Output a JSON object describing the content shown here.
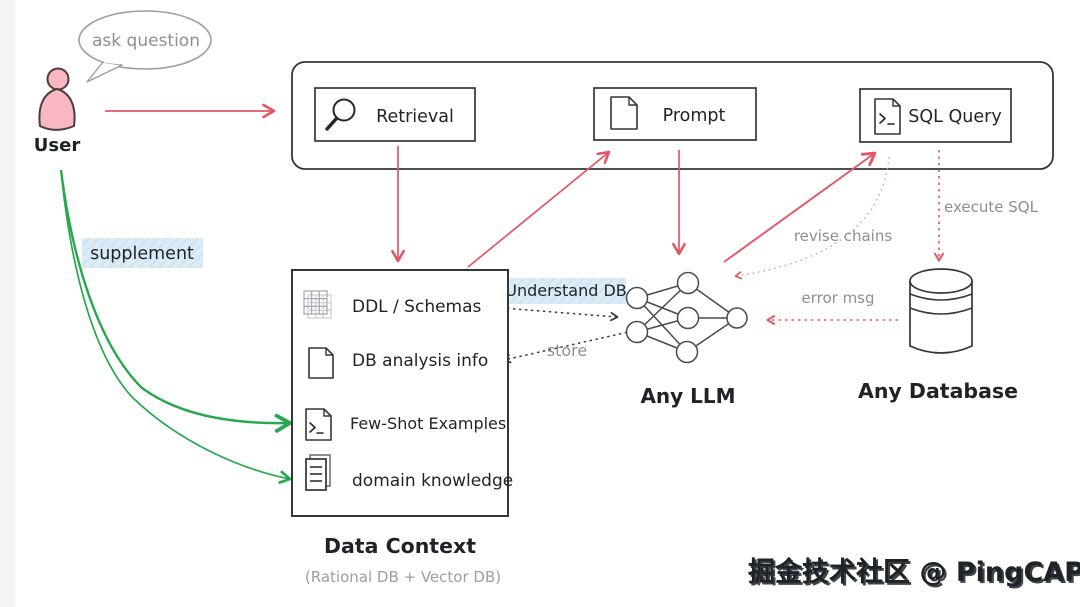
{
  "user": {
    "label": "User",
    "speech_bubble": "ask question"
  },
  "pipeline": {
    "boxes": [
      {
        "label": "Retrieval",
        "icon": "magnifier-icon"
      },
      {
        "label": "Prompt",
        "icon": "document-icon"
      },
      {
        "label": "SQL Query",
        "icon": "terminal-file-icon"
      }
    ]
  },
  "data_context": {
    "title": "Data Context",
    "subtitle": "(Rational DB + Vector DB)",
    "items": [
      {
        "label": "DDL / Schemas",
        "icon": "table-grid-icon"
      },
      {
        "label": "DB analysis info",
        "icon": "document-icon"
      },
      {
        "label": "Few-Shot Examples",
        "icon": "terminal-file-icon"
      },
      {
        "label": "domain knowledge",
        "icon": "stacked-docs-icon"
      }
    ]
  },
  "llm": {
    "label": "Any LLM"
  },
  "database": {
    "label": "Any Database"
  },
  "annotations": {
    "supplement": "supplement",
    "understand_db": "Understand DB",
    "store": "store",
    "revise_chains": "revise chains",
    "error_msg": "error msg",
    "execute_sql": "execute SQL"
  },
  "watermark": "掘金技术社区 @ PingCAP",
  "colors": {
    "arrow_red": "#e25763",
    "arrow_green": "#27a84e",
    "highlight_blue": "#dcecf6",
    "gray_text": "#8b9096",
    "ink": "#1f2329",
    "user_pink": "#f8b7c2"
  }
}
